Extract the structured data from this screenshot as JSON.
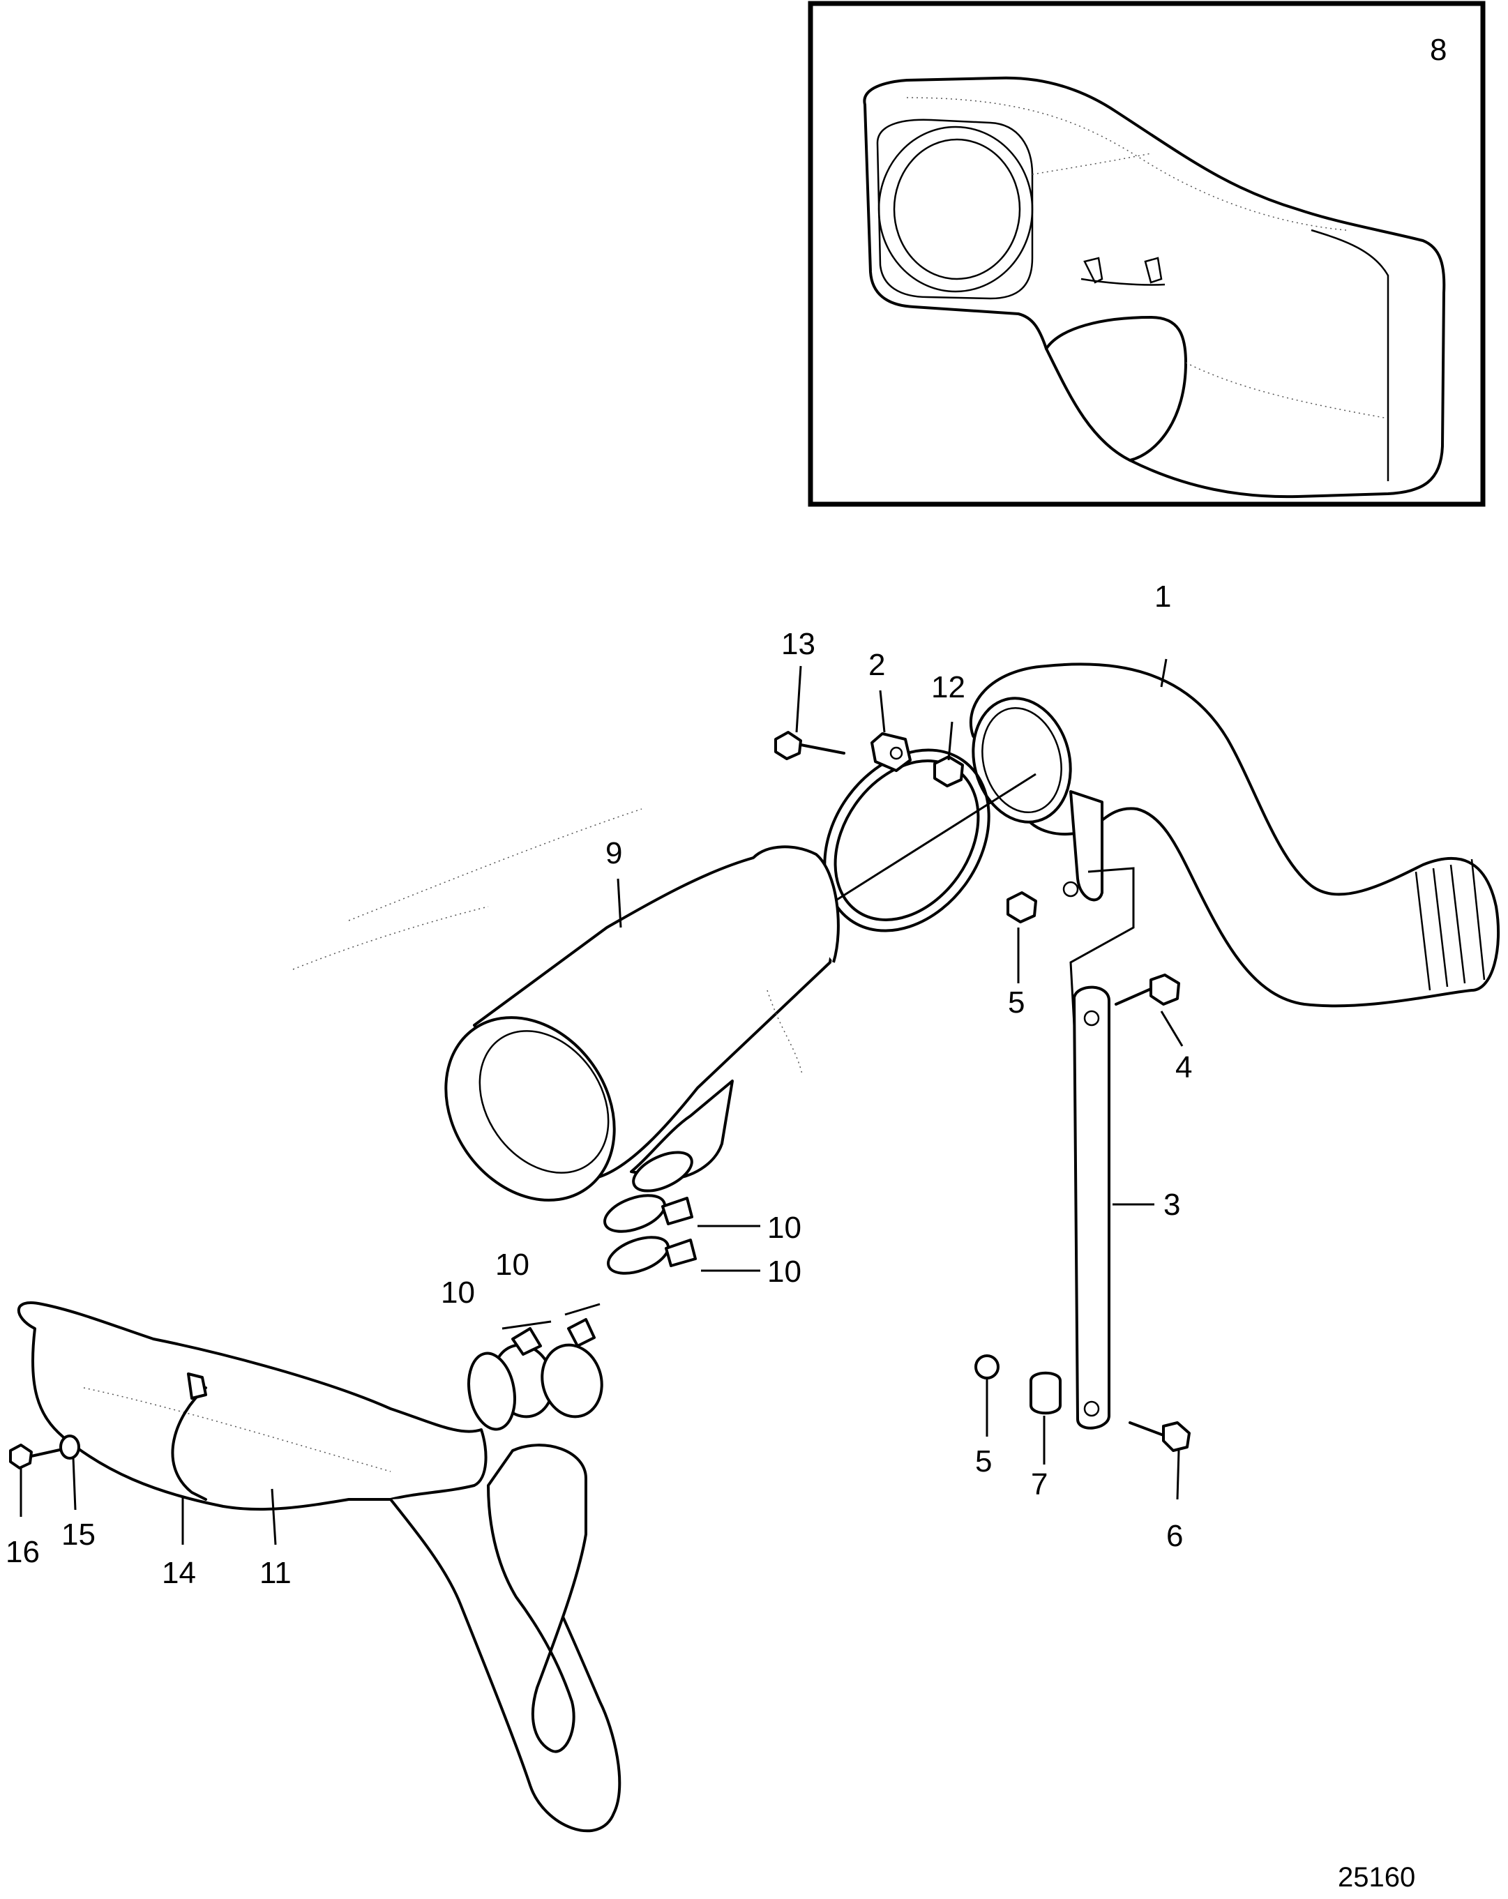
{
  "inset": {
    "label": "8"
  },
  "callouts": {
    "c1": "1",
    "c2": "2",
    "c3": "3",
    "c4": "4",
    "c5a": "5",
    "c5b": "5",
    "c6": "6",
    "c7": "7",
    "c9": "9",
    "c10a": "10",
    "c10b": "10",
    "c10c": "10",
    "c10d": "10",
    "c11": "11",
    "c12": "12",
    "c13": "13",
    "c14": "14",
    "c15": "15",
    "c16": "16"
  },
  "reference_number": "25160"
}
